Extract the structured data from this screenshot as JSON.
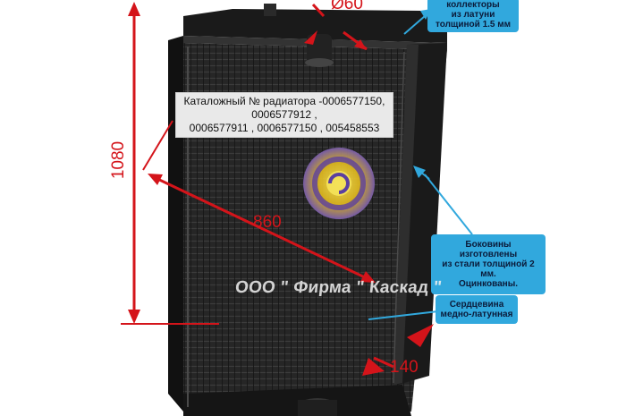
{
  "catalog_label": {
    "line1": "Каталожный № радиатора -0006577150, 0006577912 ,",
    "line2": "0006577911 , 0006577150 , 005458553"
  },
  "dimensions": {
    "height": "1080",
    "width": "860",
    "depth": "140",
    "pipe": "Ø60"
  },
  "callouts": {
    "collector": [
      "коллекторы",
      "из латуни",
      "толщиной 1.5 мм"
    ],
    "sides": [
      "Боковины изготовлены",
      "из стали толщиной 2 мм.",
      "Оцинкованы."
    ],
    "core": [
      "Сердцевина",
      "медно-латунная"
    ]
  },
  "watermark": "ООО \" Фирма \" Каскад \"",
  "colors": {
    "dimension_red": "#d4141a",
    "callout_blue": "#31a8dd",
    "radiator_black": "#1c1c1c"
  }
}
